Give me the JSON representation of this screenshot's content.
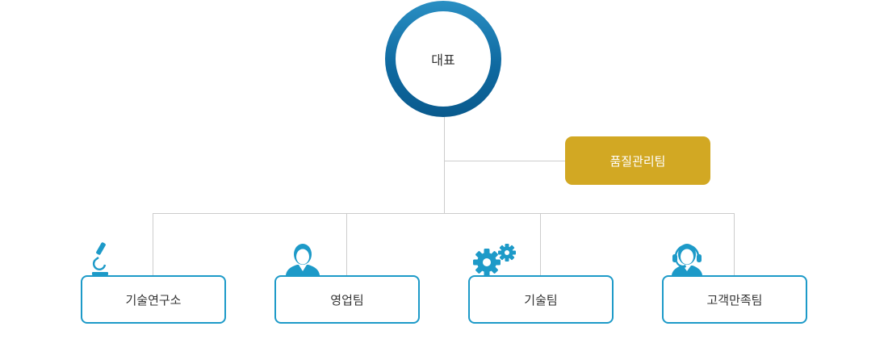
{
  "ceo": {
    "label": "대표"
  },
  "qa": {
    "label": "품질관리팀"
  },
  "departments": [
    {
      "label": "기술연구소",
      "icon": "microscope-icon"
    },
    {
      "label": "영업팀",
      "icon": "person-icon"
    },
    {
      "label": "기술팀",
      "icon": "gears-icon"
    },
    {
      "label": "고객만족팀",
      "icon": "headset-person-icon"
    }
  ],
  "colors": {
    "primary": "#1d9ac8",
    "ceo_ring": "#0f6aa1",
    "qa": "#d2a823",
    "connector": "#cccccc",
    "text": "#333333"
  }
}
